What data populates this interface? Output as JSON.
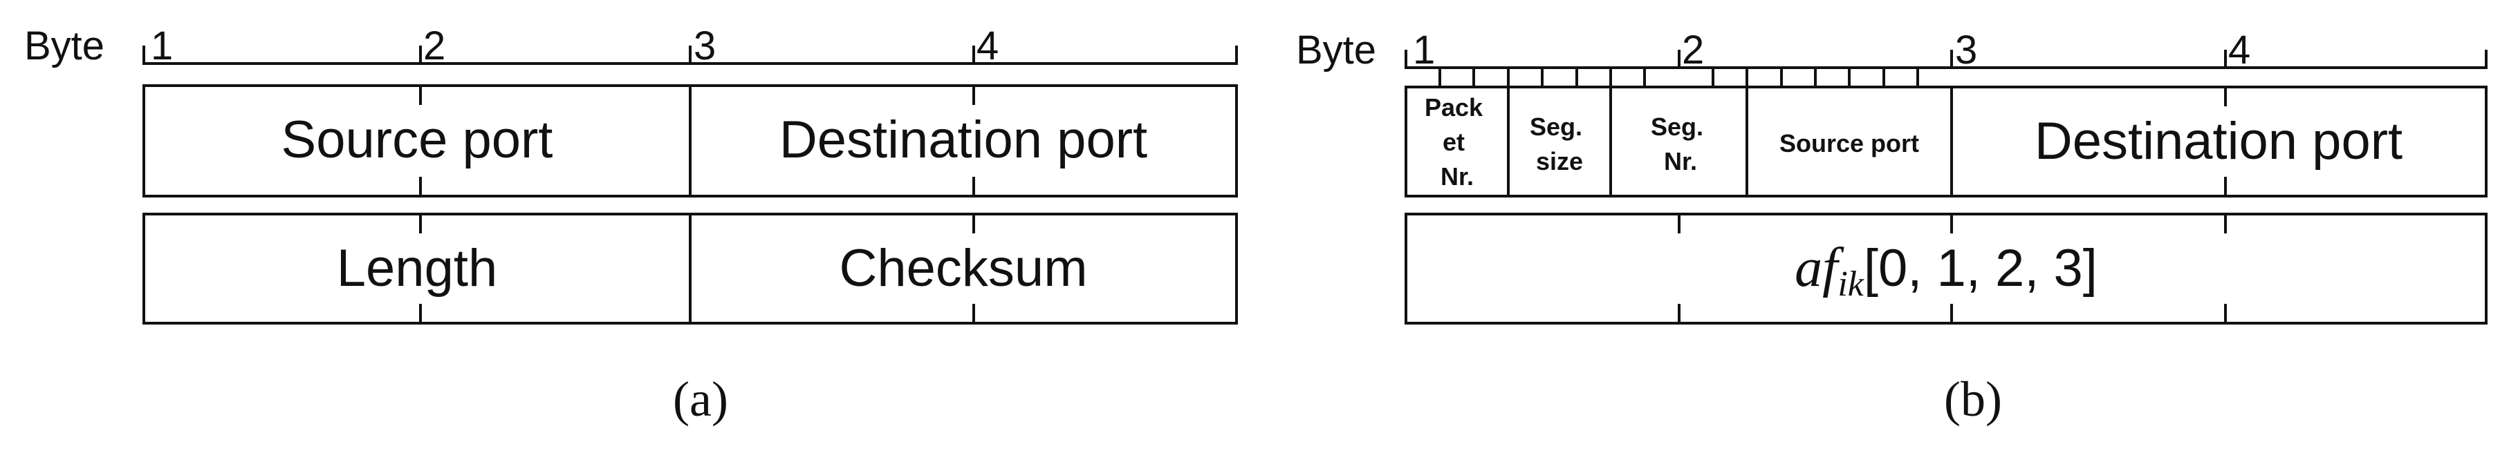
{
  "panel_a": {
    "byte_label": "Byte",
    "byte_numbers": [
      "1",
      "2",
      "3",
      "4"
    ],
    "row1": {
      "left": "Source port",
      "right": "Destination port"
    },
    "row2": {
      "left": "Length",
      "right": "Checksum"
    },
    "caption": "(a)"
  },
  "panel_b": {
    "byte_label": "Byte",
    "byte_numbers": [
      "1",
      "2",
      "3",
      "4"
    ],
    "row1": {
      "packet_nr": [
        "Pack",
        "et",
        "Nr."
      ],
      "seg_size": [
        "Seg.",
        "size"
      ],
      "seg_nr": [
        "Seg.",
        "Nr."
      ],
      "source_port": "Source port",
      "destination_port": "Destination port"
    },
    "row2": {
      "af": "af",
      "subscript": "ik",
      "indices": "[0, 1, 2, 3]"
    },
    "caption": "(b)"
  }
}
